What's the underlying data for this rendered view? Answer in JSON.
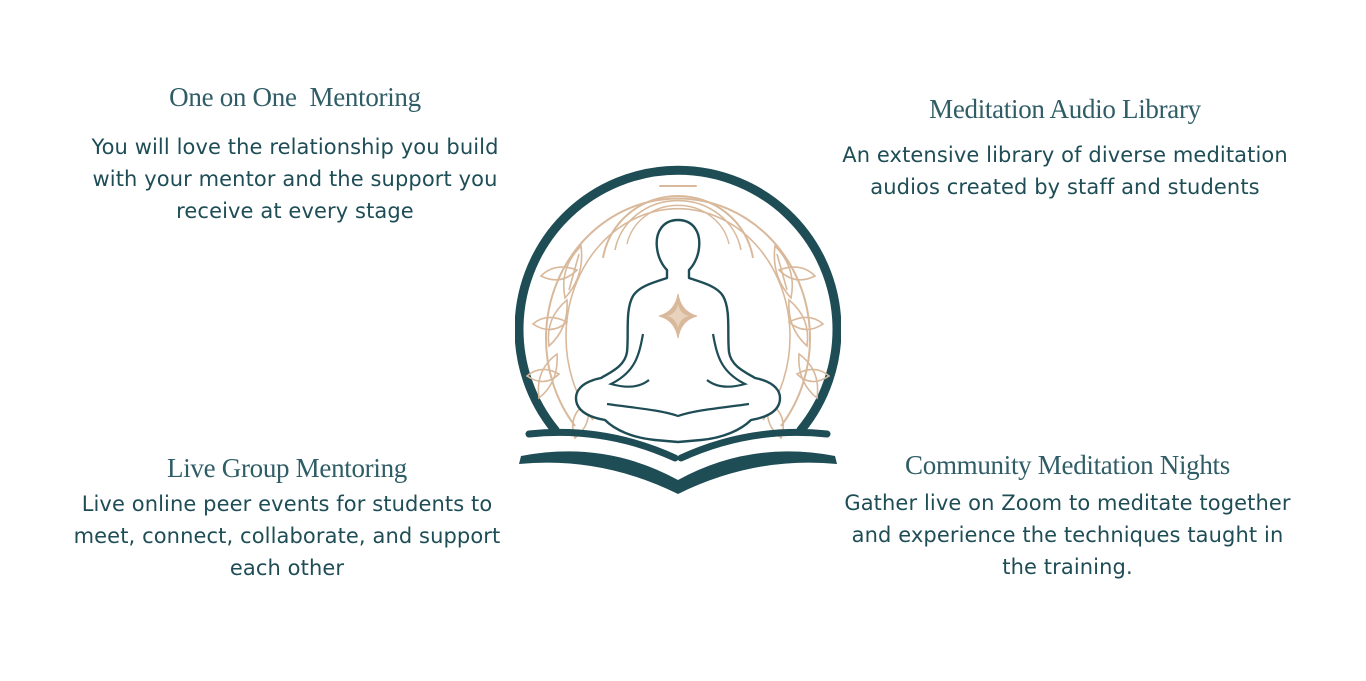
{
  "features": [
    {
      "title": "One on One  Mentoring",
      "description": "You will love the relationship you build with your mentor and the support you receive at every stage"
    },
    {
      "title": "Meditation Audio Library",
      "description": "An extensive library of diverse meditation audios created by staff and students"
    },
    {
      "title": "Live Group Mentoring",
      "description": "Live online peer events for students to meet, connect, collaborate, and support each other"
    },
    {
      "title": "Community Meditation Nights",
      "description": "Gather live on Zoom to meditate together and experience the techniques taught in the training."
    }
  ],
  "colors": {
    "primary": "#1e4d56",
    "accent": "#d9b99b",
    "background": "#ffffff"
  },
  "logo": {
    "icon": "meditation-figure-icon"
  }
}
